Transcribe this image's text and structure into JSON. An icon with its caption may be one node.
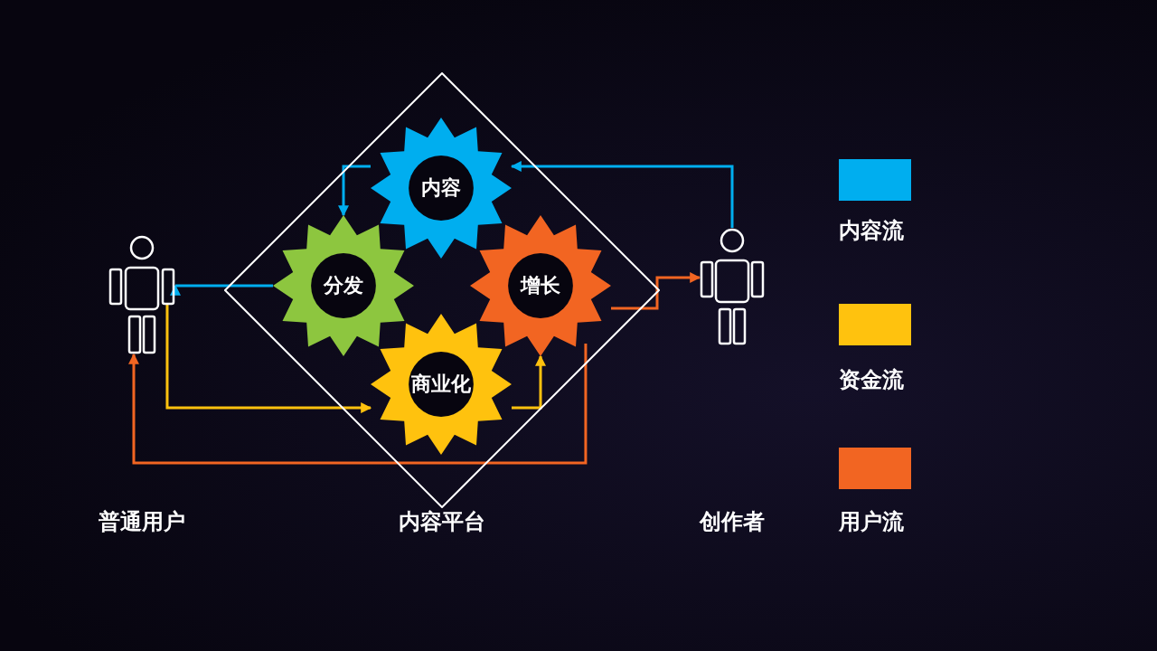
{
  "diagram": {
    "nodes": [
      {
        "text": [],
        "shape": "diamond",
        "beside": [
          "内容平台"
        ]
      },
      {
        "text": [
          "内容"
        ],
        "in": 0
      },
      {
        "text": [
          "分发"
        ],
        "in": 0
      },
      {
        "text": [
          "增长"
        ],
        "in": 0
      },
      {
        "text": [
          "商业化"
        ],
        "in": 0
      },
      {
        "text": [],
        "shape": "person"
      },
      {
        "text": [],
        "shape": "person"
      }
    ],
    "labels": [
      "普通用户",
      "创作者"
    ],
    "edges": [
      {
        "from": 1,
        "to": 2,
        "arrow": "to",
        "color": "#00aeef"
      },
      {
        "from": 6,
        "to": 1,
        "arrow": "to",
        "color": "#00aeef"
      },
      {
        "from": 2,
        "to": 5,
        "arrow": "to",
        "color": "#00aeef"
      },
      {
        "from": 5,
        "to": 4,
        "arrow": "to",
        "color": "#ffc20e"
      },
      {
        "from": 4,
        "to": 3,
        "arrow": "to",
        "color": "#ffc20e"
      },
      {
        "from": 3,
        "to": 6,
        "arrow": "to",
        "color": "#f26522"
      },
      {
        "from": 3,
        "to": 5,
        "arrow": "to",
        "color": "#f26522"
      }
    ],
    "legend": [
      {
        "text": "内容流",
        "color": "#00aeef"
      },
      {
        "text": "资金流",
        "color": "#ffc20e"
      },
      {
        "text": "用户流",
        "color": "#f26522"
      }
    ]
  }
}
